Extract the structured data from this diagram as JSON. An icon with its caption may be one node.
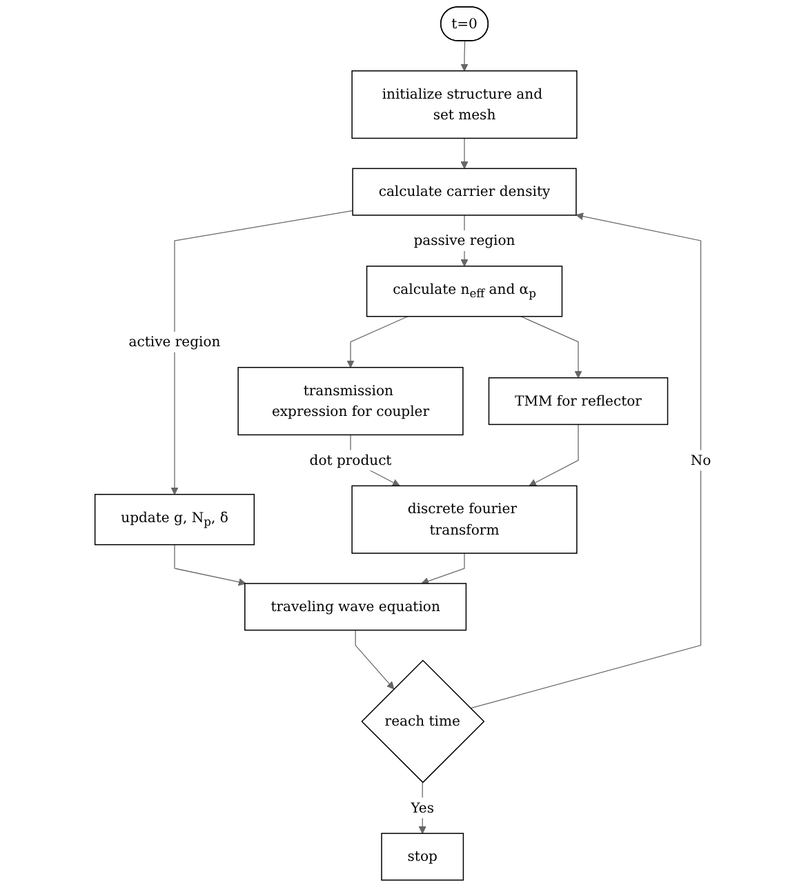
{
  "diagram": {
    "nodes": [
      {
        "text": [
          "t=0"
        ]
      },
      {
        "text": [
          "initialize structure and set mesh"
        ]
      },
      {
        "text": [
          "calculate carrier density"
        ]
      },
      {
        "text": [
          "calculate n$_{eff}$ and α$_{p}$"
        ]
      },
      {
        "text": [
          "update g, N$_{p}$, δ"
        ]
      },
      {
        "text": [
          "transmission expression for coupler"
        ]
      },
      {
        "text": [
          "TMM for reflector"
        ]
      },
      {
        "text": [
          "traveling wave equation"
        ]
      },
      {
        "text": [
          "discrete fourier transform"
        ]
      },
      {
        "text": [
          "reach time"
        ]
      },
      {
        "text": [
          "stop"
        ]
      }
    ],
    "edges": [
      {
        "from": 0,
        "to": 1,
        "arrow": "to"
      },
      {
        "from": 1,
        "to": 2,
        "arrow": "to"
      },
      {
        "from": 2,
        "to": 4,
        "arrow": "to",
        "label": "active region"
      },
      {
        "from": 2,
        "to": 3,
        "arrow": "to",
        "label": "passive region"
      },
      {
        "from": 3,
        "to": 5,
        "arrow": "to"
      },
      {
        "from": 3,
        "to": 6,
        "arrow": "to"
      },
      {
        "from": 5,
        "to": 8,
        "arrow": "to",
        "label": "dot product"
      },
      {
        "from": 6,
        "to": 8,
        "arrow": "to"
      },
      {
        "from": 4,
        "to": 7,
        "arrow": "to"
      },
      {
        "from": 8,
        "to": 7,
        "arrow": "to"
      },
      {
        "from": 7,
        "to": 9,
        "arrow": "to"
      },
      {
        "from": 9,
        "to": 10,
        "arrow": "to",
        "label": "Yes"
      },
      {
        "from": 9,
        "to": 2,
        "arrow": "to",
        "label": "No"
      }
    ]
  }
}
